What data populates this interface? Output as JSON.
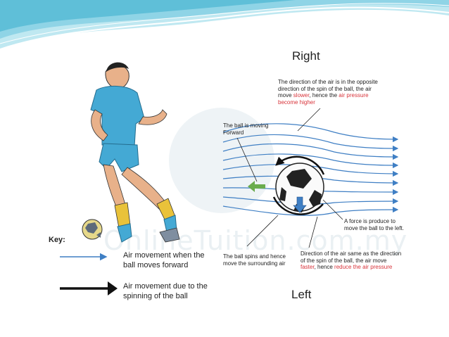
{
  "title_right": "Right",
  "title_left": "Left",
  "watermark": "OnlineTuition.com.my",
  "annotations": {
    "top": {
      "line1": "The direction of the air is in the opposite",
      "line2": "direction of the spin of the ball, the air",
      "line3_a": "move ",
      "line3_red1": "slower",
      "line3_b": ", hence the ",
      "line3_red2": "air pressure",
      "line4_red": "become higher"
    },
    "moving_forward": {
      "line1": "The ball is moving",
      "line2": "Forward"
    },
    "force": {
      "line1": "A force is produce to",
      "line2": "move the ball to the left."
    },
    "spins": {
      "line1": "The ball spins and hence",
      "line2": "move the surrounding air"
    },
    "bottom": {
      "line1": "Direction of the air same as the direction",
      "line2": "of the spin of the ball, the air move",
      "line3_red1": "faster",
      "line3_b": ", hence ",
      "line3_red2": "reduce the air pressure"
    }
  },
  "key": {
    "label": "Key:",
    "blue_line1": "Air movement when the",
    "blue_line2": "ball moves forward",
    "black_line1": "Air movement due to the",
    "black_line2": "spinning of the ball"
  },
  "colors": {
    "airflow_blue": "#3f7fc4",
    "force_green": "#6aac4e",
    "highlight_red": "#d8333a",
    "jersey": "#44a9d4",
    "header_teal": "#7fcfe0"
  }
}
